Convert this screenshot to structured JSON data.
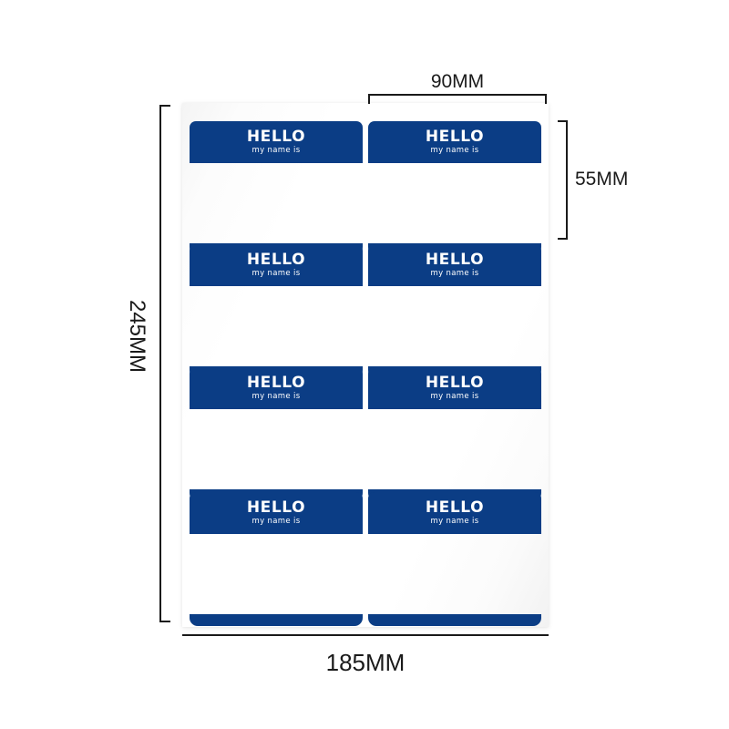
{
  "product": {
    "type": "name-badge-label-sheet",
    "background_color": "#ffffff",
    "sheet_color": "#ffffff",
    "label_color": "#0b3d85",
    "label_text_color": "#ffffff",
    "dimension_text_color": "#1a1a1a"
  },
  "sheet": {
    "columns": 2,
    "rows": 4,
    "labels_total": 8,
    "label": {
      "hello": "HELLO",
      "subtitle": "my name is"
    }
  },
  "labels": [
    {
      "row": 1,
      "col": 1,
      "hello": "HELLO",
      "subtitle": "my name is"
    },
    {
      "row": 1,
      "col": 2,
      "hello": "HELLO",
      "subtitle": "my name is"
    },
    {
      "row": 2,
      "col": 1,
      "hello": "HELLO",
      "subtitle": "my name is"
    },
    {
      "row": 2,
      "col": 2,
      "hello": "HELLO",
      "subtitle": "my name is"
    },
    {
      "row": 3,
      "col": 1,
      "hello": "HELLO",
      "subtitle": "my name is"
    },
    {
      "row": 3,
      "col": 2,
      "hello": "HELLO",
      "subtitle": "my name is"
    },
    {
      "row": 4,
      "col": 1,
      "hello": "HELLO",
      "subtitle": "my name is"
    },
    {
      "row": 4,
      "col": 2,
      "hello": "HELLO",
      "subtitle": "my name is"
    }
  ],
  "dimensions": {
    "top": {
      "value": "90MM",
      "measures": "single-label-width"
    },
    "right": {
      "value": "55MM",
      "measures": "single-label-height"
    },
    "left": {
      "value": "245MM",
      "measures": "sheet-height"
    },
    "bottom": {
      "value": "185MM",
      "measures": "sheet-width"
    }
  }
}
